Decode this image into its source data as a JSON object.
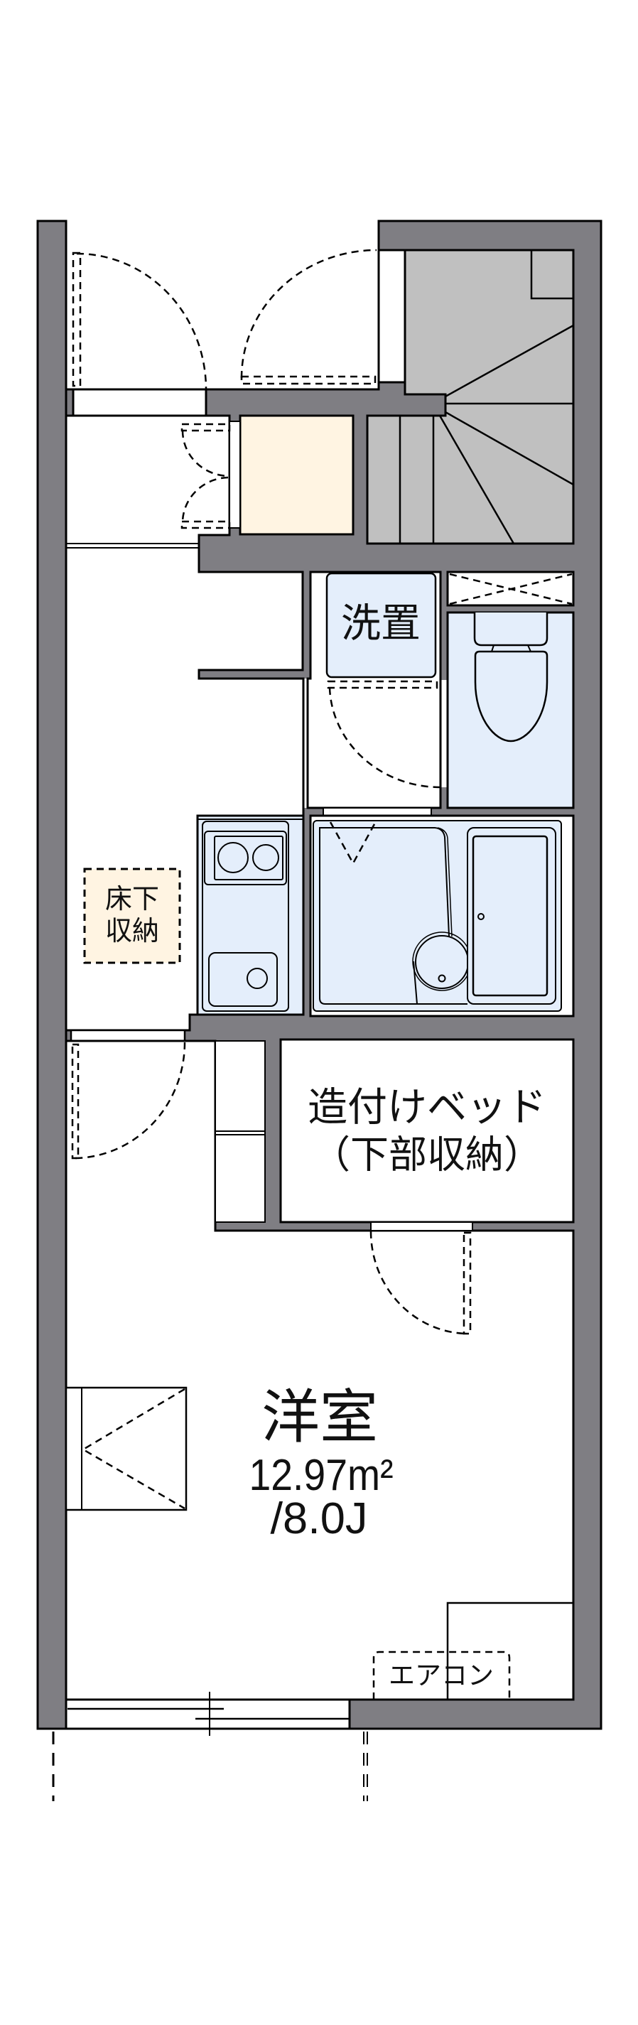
{
  "colors": {
    "wall": "#7f7e83",
    "stairs": "#c0c0c0",
    "fixture": "#e4eefb",
    "storage": "#fff4e2",
    "line": "#000000",
    "paper": "#ffffff",
    "text": "#111111"
  },
  "floor_plan": {
    "labels": {
      "washing_machine": "洗置",
      "underfloor_storage": [
        "床下",
        "収納"
      ],
      "built_in_bed": "造付けベッド",
      "built_in_bed_note": "（下部収納）",
      "western_room": "洋室",
      "western_room_area": "12.97m²",
      "western_room_tatami": "/8.0J",
      "air_conditioner": "エアコン"
    }
  }
}
